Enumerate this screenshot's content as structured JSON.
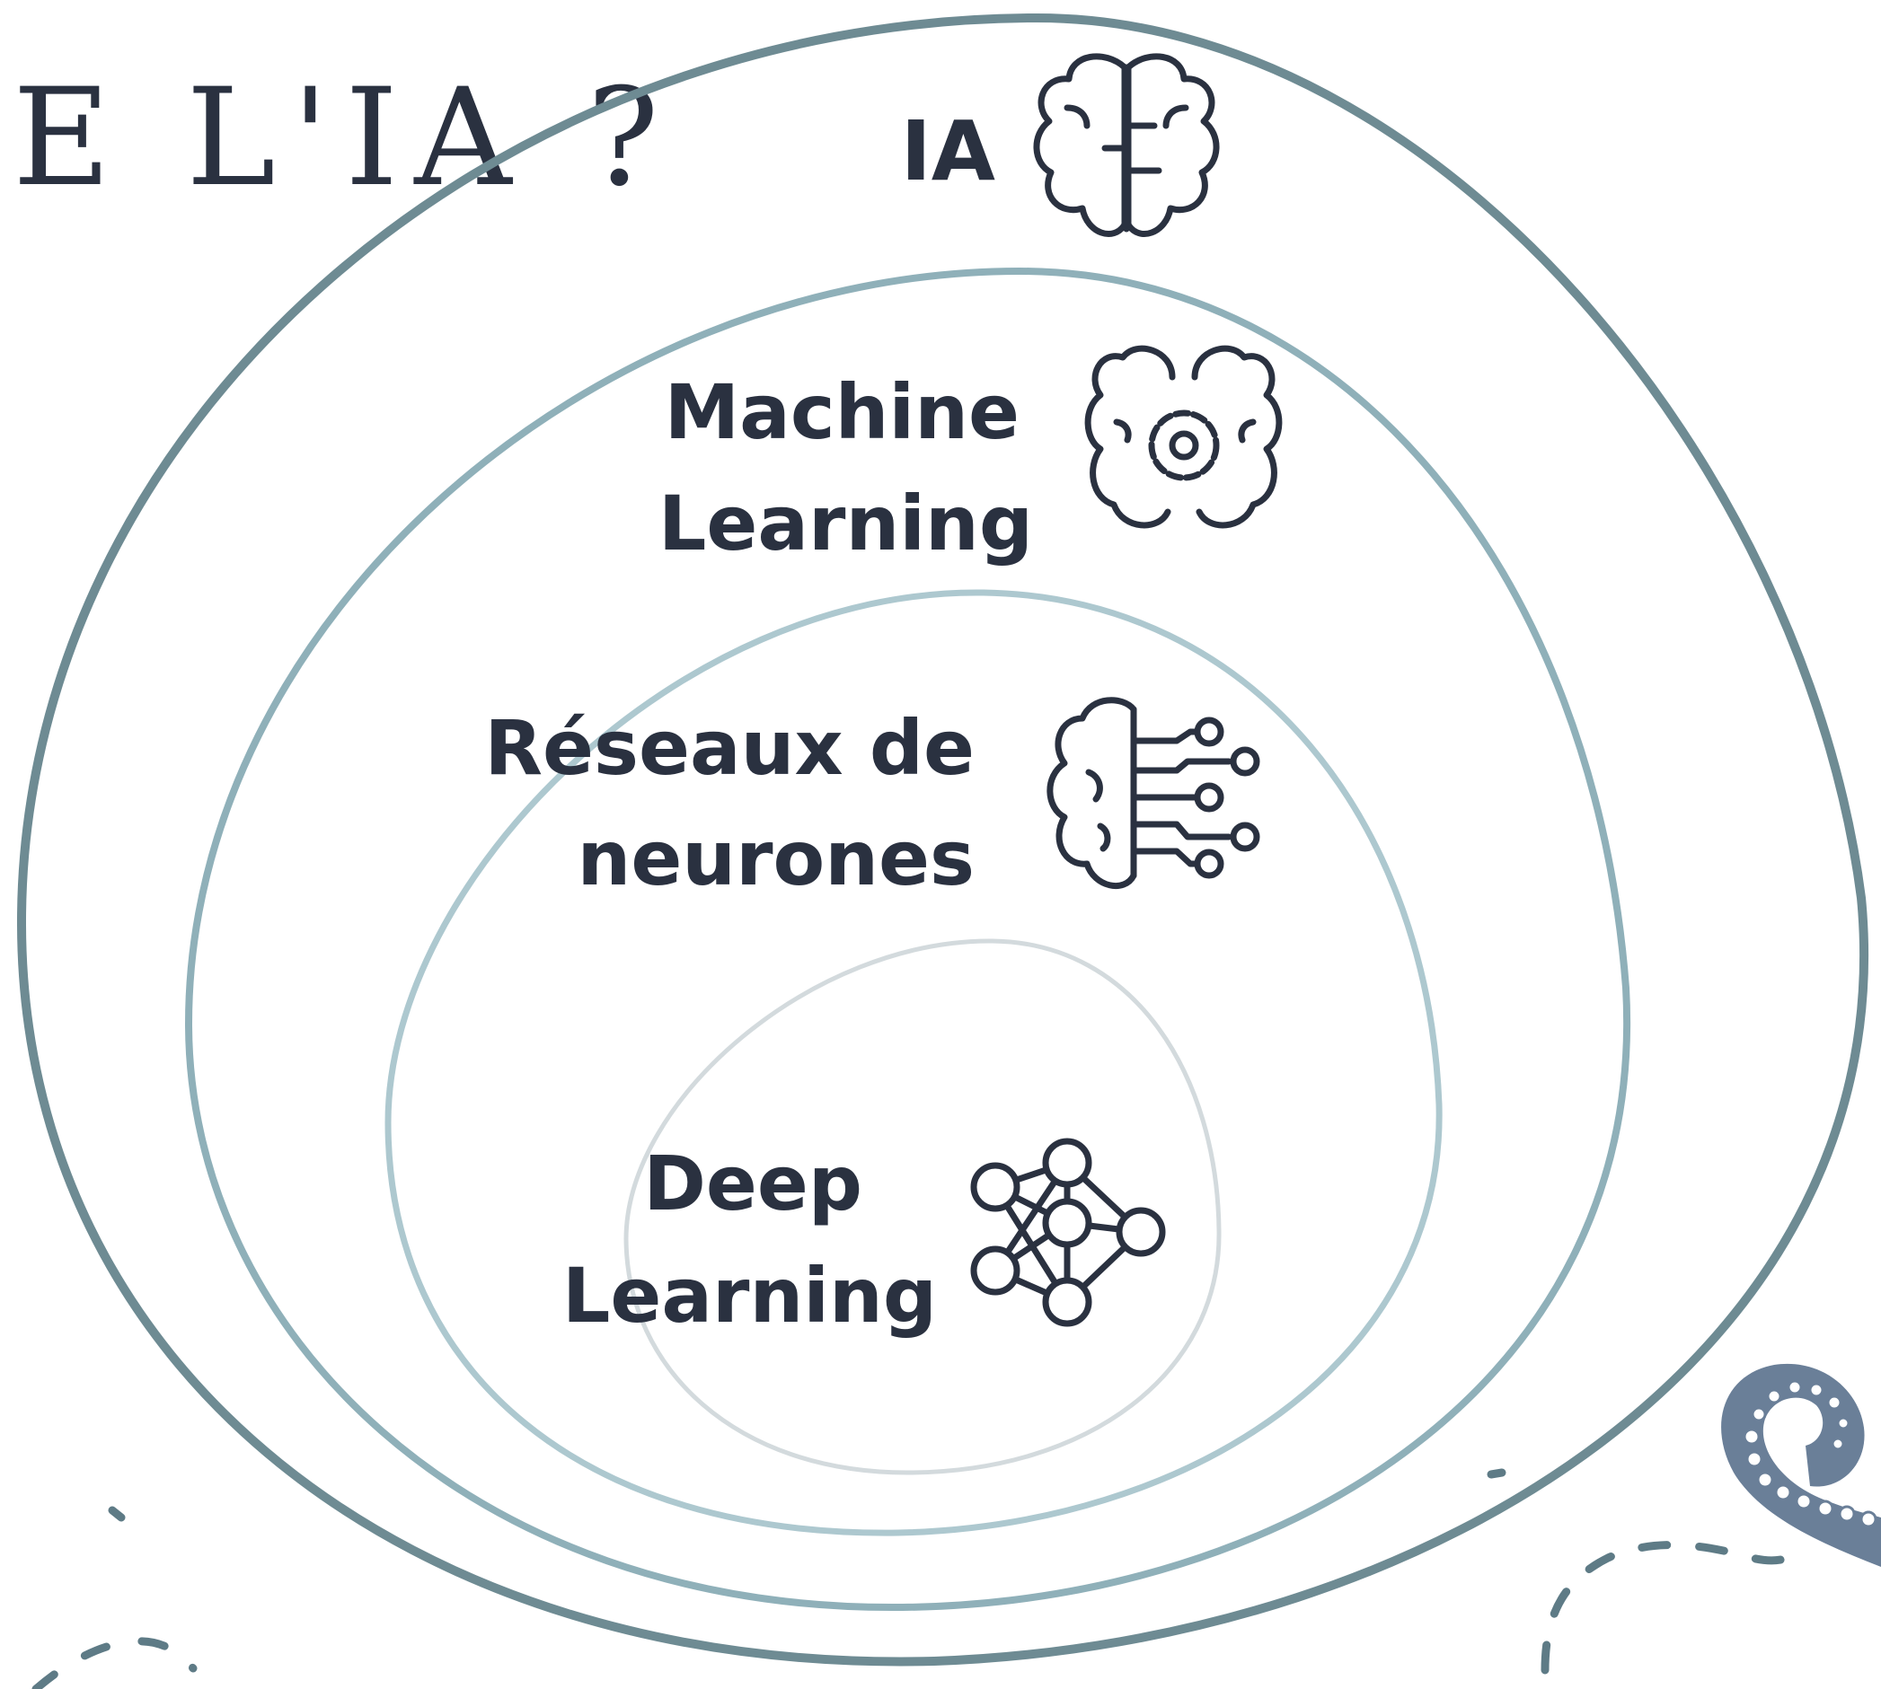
{
  "title": "E L'IA ?",
  "layers": [
    {
      "id": "ia",
      "label_lines": [
        "IA"
      ],
      "icon": "brain-icon",
      "stroke": "#6e8b93"
    },
    {
      "id": "ml",
      "label_lines": [
        "Machine",
        "Learning"
      ],
      "icon": "brain-gear-icon",
      "stroke": "#8fb0b9"
    },
    {
      "id": "nn",
      "label_lines": [
        "Réseaux de",
        "neurones"
      ],
      "icon": "brain-circuit-icon",
      "stroke": "#adc8cf"
    },
    {
      "id": "dl",
      "label_lines": [
        "Deep",
        "Learning"
      ],
      "icon": "neural-network-icon",
      "stroke": "#d3dadd"
    }
  ],
  "colors": {
    "ink": "#2a3140",
    "tentacle": "#6a7f98",
    "dash": "#5e7b86"
  }
}
